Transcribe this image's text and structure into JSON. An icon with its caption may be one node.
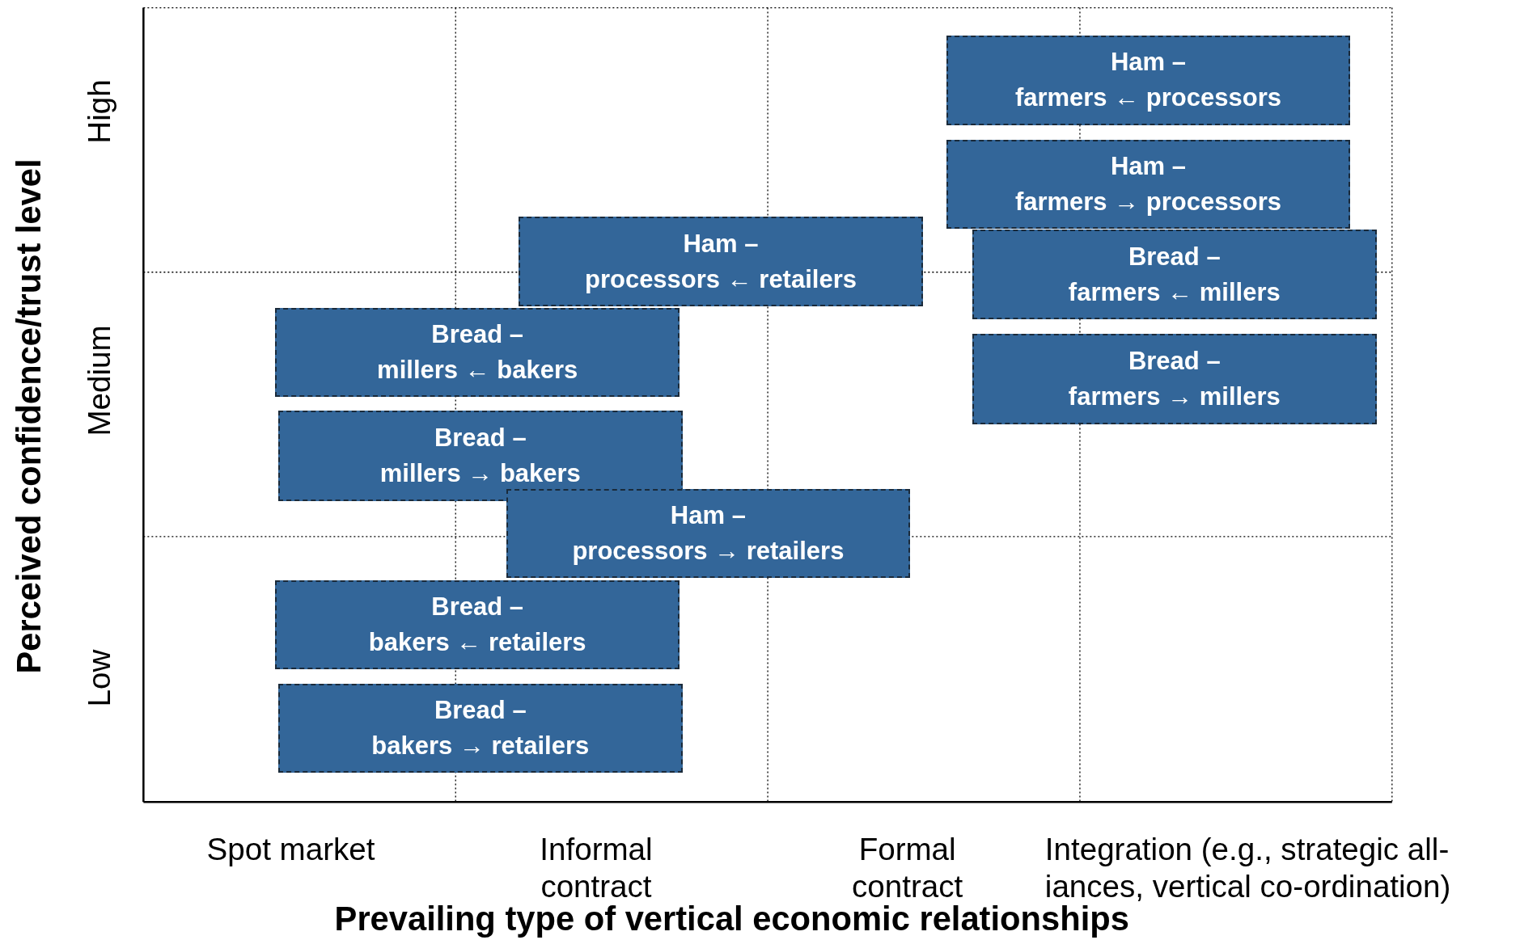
{
  "diagram": {
    "nodes": [
      {
        "text": [
          "Ham –",
          "farmers ← processors"
        ]
      },
      {
        "text": [
          "Ham –",
          "farmers → processors"
        ]
      },
      {
        "text": [
          "Ham –",
          "processors ← retailers"
        ]
      },
      {
        "text": [
          "Bread –",
          "farmers ← millers"
        ]
      },
      {
        "text": [
          "Bread –",
          "millers ← bakers"
        ]
      },
      {
        "text": [
          "Bread –",
          "farmers → millers"
        ]
      },
      {
        "text": [
          "Bread –",
          "millers → bakers"
        ]
      },
      {
        "text": [
          "Ham –",
          "processors → retailers"
        ]
      },
      {
        "text": [
          "Bread –",
          "bakers ← retailers"
        ]
      },
      {
        "text": [
          "Bread –",
          "bakers → retailers"
        ]
      }
    ],
    "labels": [
      "Perceived confidence/trust level",
      "High",
      "Medium",
      "Low",
      "Spot market",
      "Informal contract",
      "Formal contract",
      "Integration (e.g., strategic all- iances, vertical co-ordination)",
      "Prevailing type of vertical economic relationships"
    ]
  }
}
